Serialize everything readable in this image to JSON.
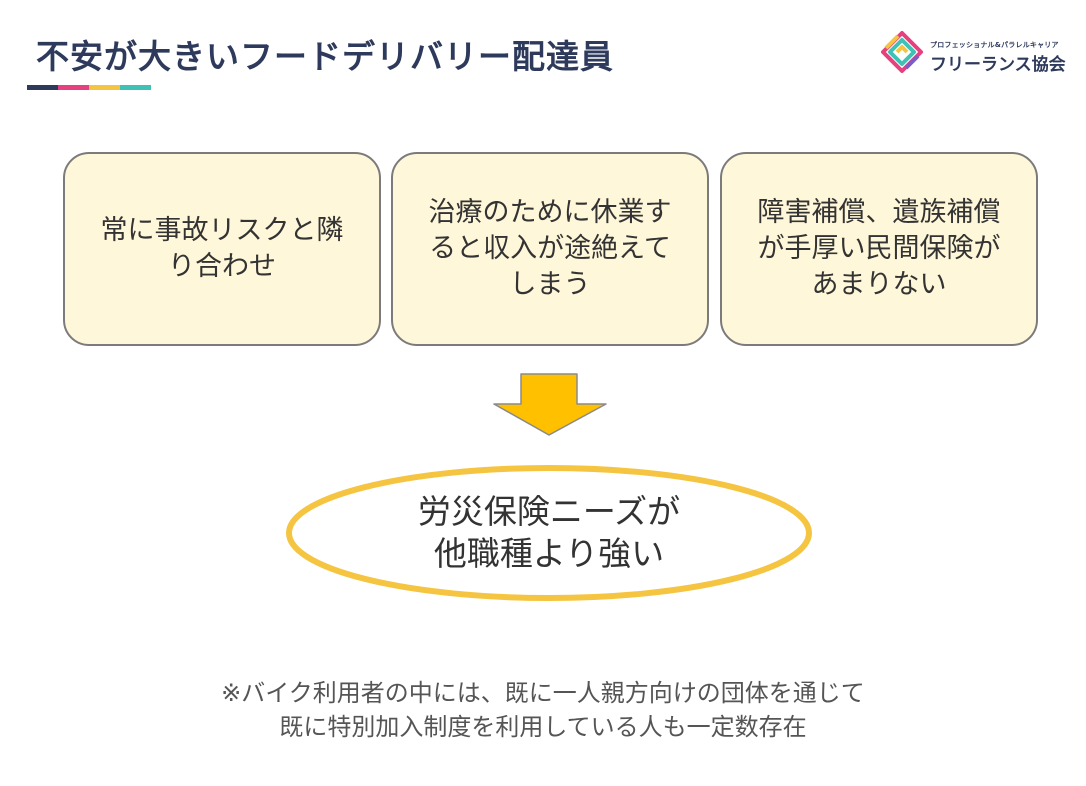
{
  "header": {
    "title": "不安が大きいフードデリバリー配達員",
    "accent_colors": [
      "#2e3a5c",
      "#e6407f",
      "#f5c542",
      "#3fc1b5"
    ]
  },
  "logo": {
    "tagline": "プロフェッショナル&パラレルキャリア",
    "name": "フリーランス協会",
    "mark_colors": [
      "#e6407f",
      "#f5c542",
      "#3fc1b5",
      "#7b5cc8"
    ]
  },
  "concerns": [
    {
      "line1": "常に事故リスクと隣",
      "line2": "り合わせ",
      "line3": ""
    },
    {
      "line1": "治療のために休業す",
      "line2": "ると収入が途絶えて",
      "line3": "しまう"
    },
    {
      "line1": "障害補償、遺族補償",
      "line2": "が手厚い民間保険が",
      "line3": "あまりない"
    }
  ],
  "conclusion": {
    "line1": "労災保険ニーズが",
    "line2": "他職種より強い"
  },
  "note": {
    "line1": "※バイク利用者の中には、既に一人親方向けの団体を通じて",
    "line2": "既に特別加入制度を利用している人も一定数存在"
  },
  "colors": {
    "box_fill": "#fff7d9",
    "box_border": "#7b7b7b",
    "arrow_fill": "#ffc000",
    "ellipse_stroke": "#f5c542",
    "title_color": "#2e3a5c"
  }
}
